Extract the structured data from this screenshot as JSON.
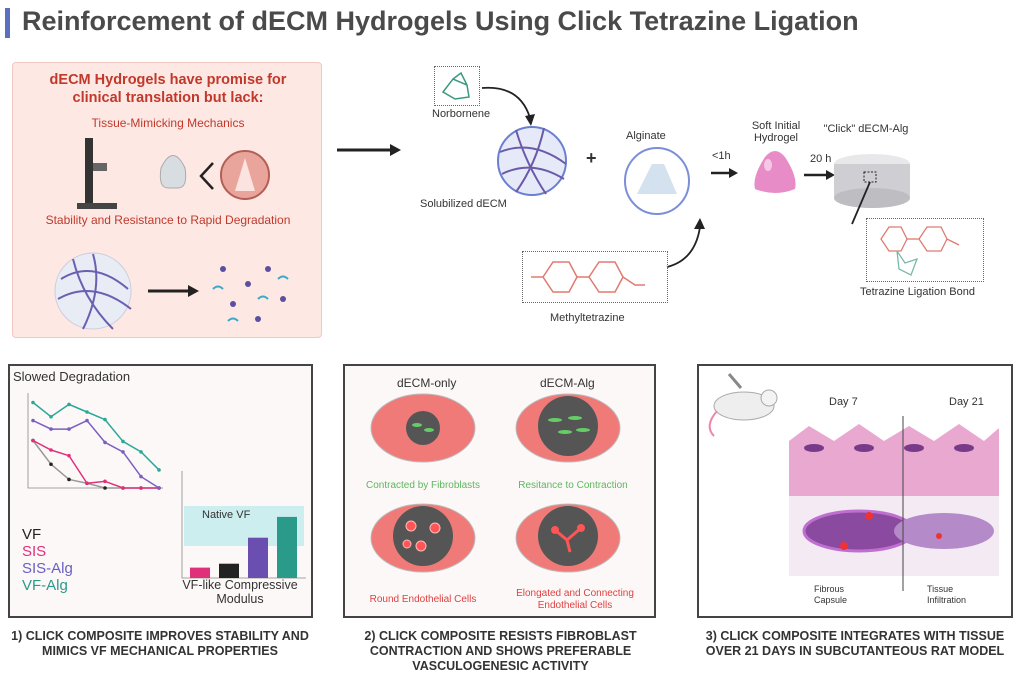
{
  "title": "Reinforcement of dECM Hydrogels Using Click Tetrazine Ligation",
  "colors": {
    "accent": "#5a6fc0",
    "red_text": "#c0392b",
    "pink_panel": "#fde8e4",
    "vf": "#222222",
    "sis": "#e0307a",
    "sis_alg": "#6a4fb0",
    "vf_alg": "#2a9a8a"
  },
  "problem": {
    "heading": "dECM Hydrogels have promise for clinical translation but lack:",
    "item1": "Tissue-Mimicking Mechanics",
    "item2": "Stability and Resistance to Rapid Degradation"
  },
  "scheme": {
    "norbornene": "Norbornene",
    "solubilized": "Solubilized dECM",
    "plus": "+",
    "alginate": "Alginate",
    "methyltetrazine": "Methyltetrazine",
    "time1": "<1h",
    "soft": "Soft Initial Hydrogel",
    "time2": "20 h",
    "click": "\"Click\" dECM-Alg",
    "bond": "Tetrazine Ligation Bond"
  },
  "panel1": {
    "title": "Slowed Degradation",
    "legend": [
      "VF",
      "SIS",
      "SIS-Alg",
      "VF-Alg"
    ],
    "native": "Native VF",
    "bar_title": "VF-like Compressive Modulus",
    "bar_categories": [
      "SIS",
      "VF",
      "SIS-Alg",
      "VF-Alg"
    ],
    "bar_values": [
      0.8,
      1.1,
      3.1,
      4.7
    ],
    "degradation": {
      "VF": [
        50,
        25,
        9,
        5,
        0,
        0,
        0,
        0
      ],
      "SIS": [
        50,
        40,
        34,
        5,
        7,
        0,
        0,
        0
      ],
      "SIS-Alg": [
        71,
        62,
        62,
        71,
        48,
        38,
        12,
        0
      ],
      "VF-Alg": [
        90,
        75,
        88,
        80,
        72,
        49,
        38,
        19
      ]
    },
    "caption": "1) CLICK COMPOSITE IMPROVES STABILITY AND MIMICS VF MECHANICAL PROPERTIES"
  },
  "panel2": {
    "col1": "dECM-only",
    "col2": "dECM-Alg",
    "c1": "Contracted by Fibroblasts",
    "c2": "Resitance to Contraction",
    "c3": "Round Endothelial Cells",
    "c4": "Elongated and Connecting Endothelial Cells",
    "caption": "2) CLICK COMPOSITE RESISTS FIBROBLAST CONTRACTION AND SHOWS PREFERABLE VASCULOGENESIC ACTIVITY"
  },
  "panel3": {
    "day7": "Day 7",
    "day21": "Day 21",
    "fibrous": "Fibrous Capsule",
    "infiltration": "Tissue Infiltration",
    "caption": "3) CLICK COMPOSITE INTEGRATES WITH TISSUE OVER 21 DAYS IN SUBCUTANTEOUS RAT MODEL"
  }
}
